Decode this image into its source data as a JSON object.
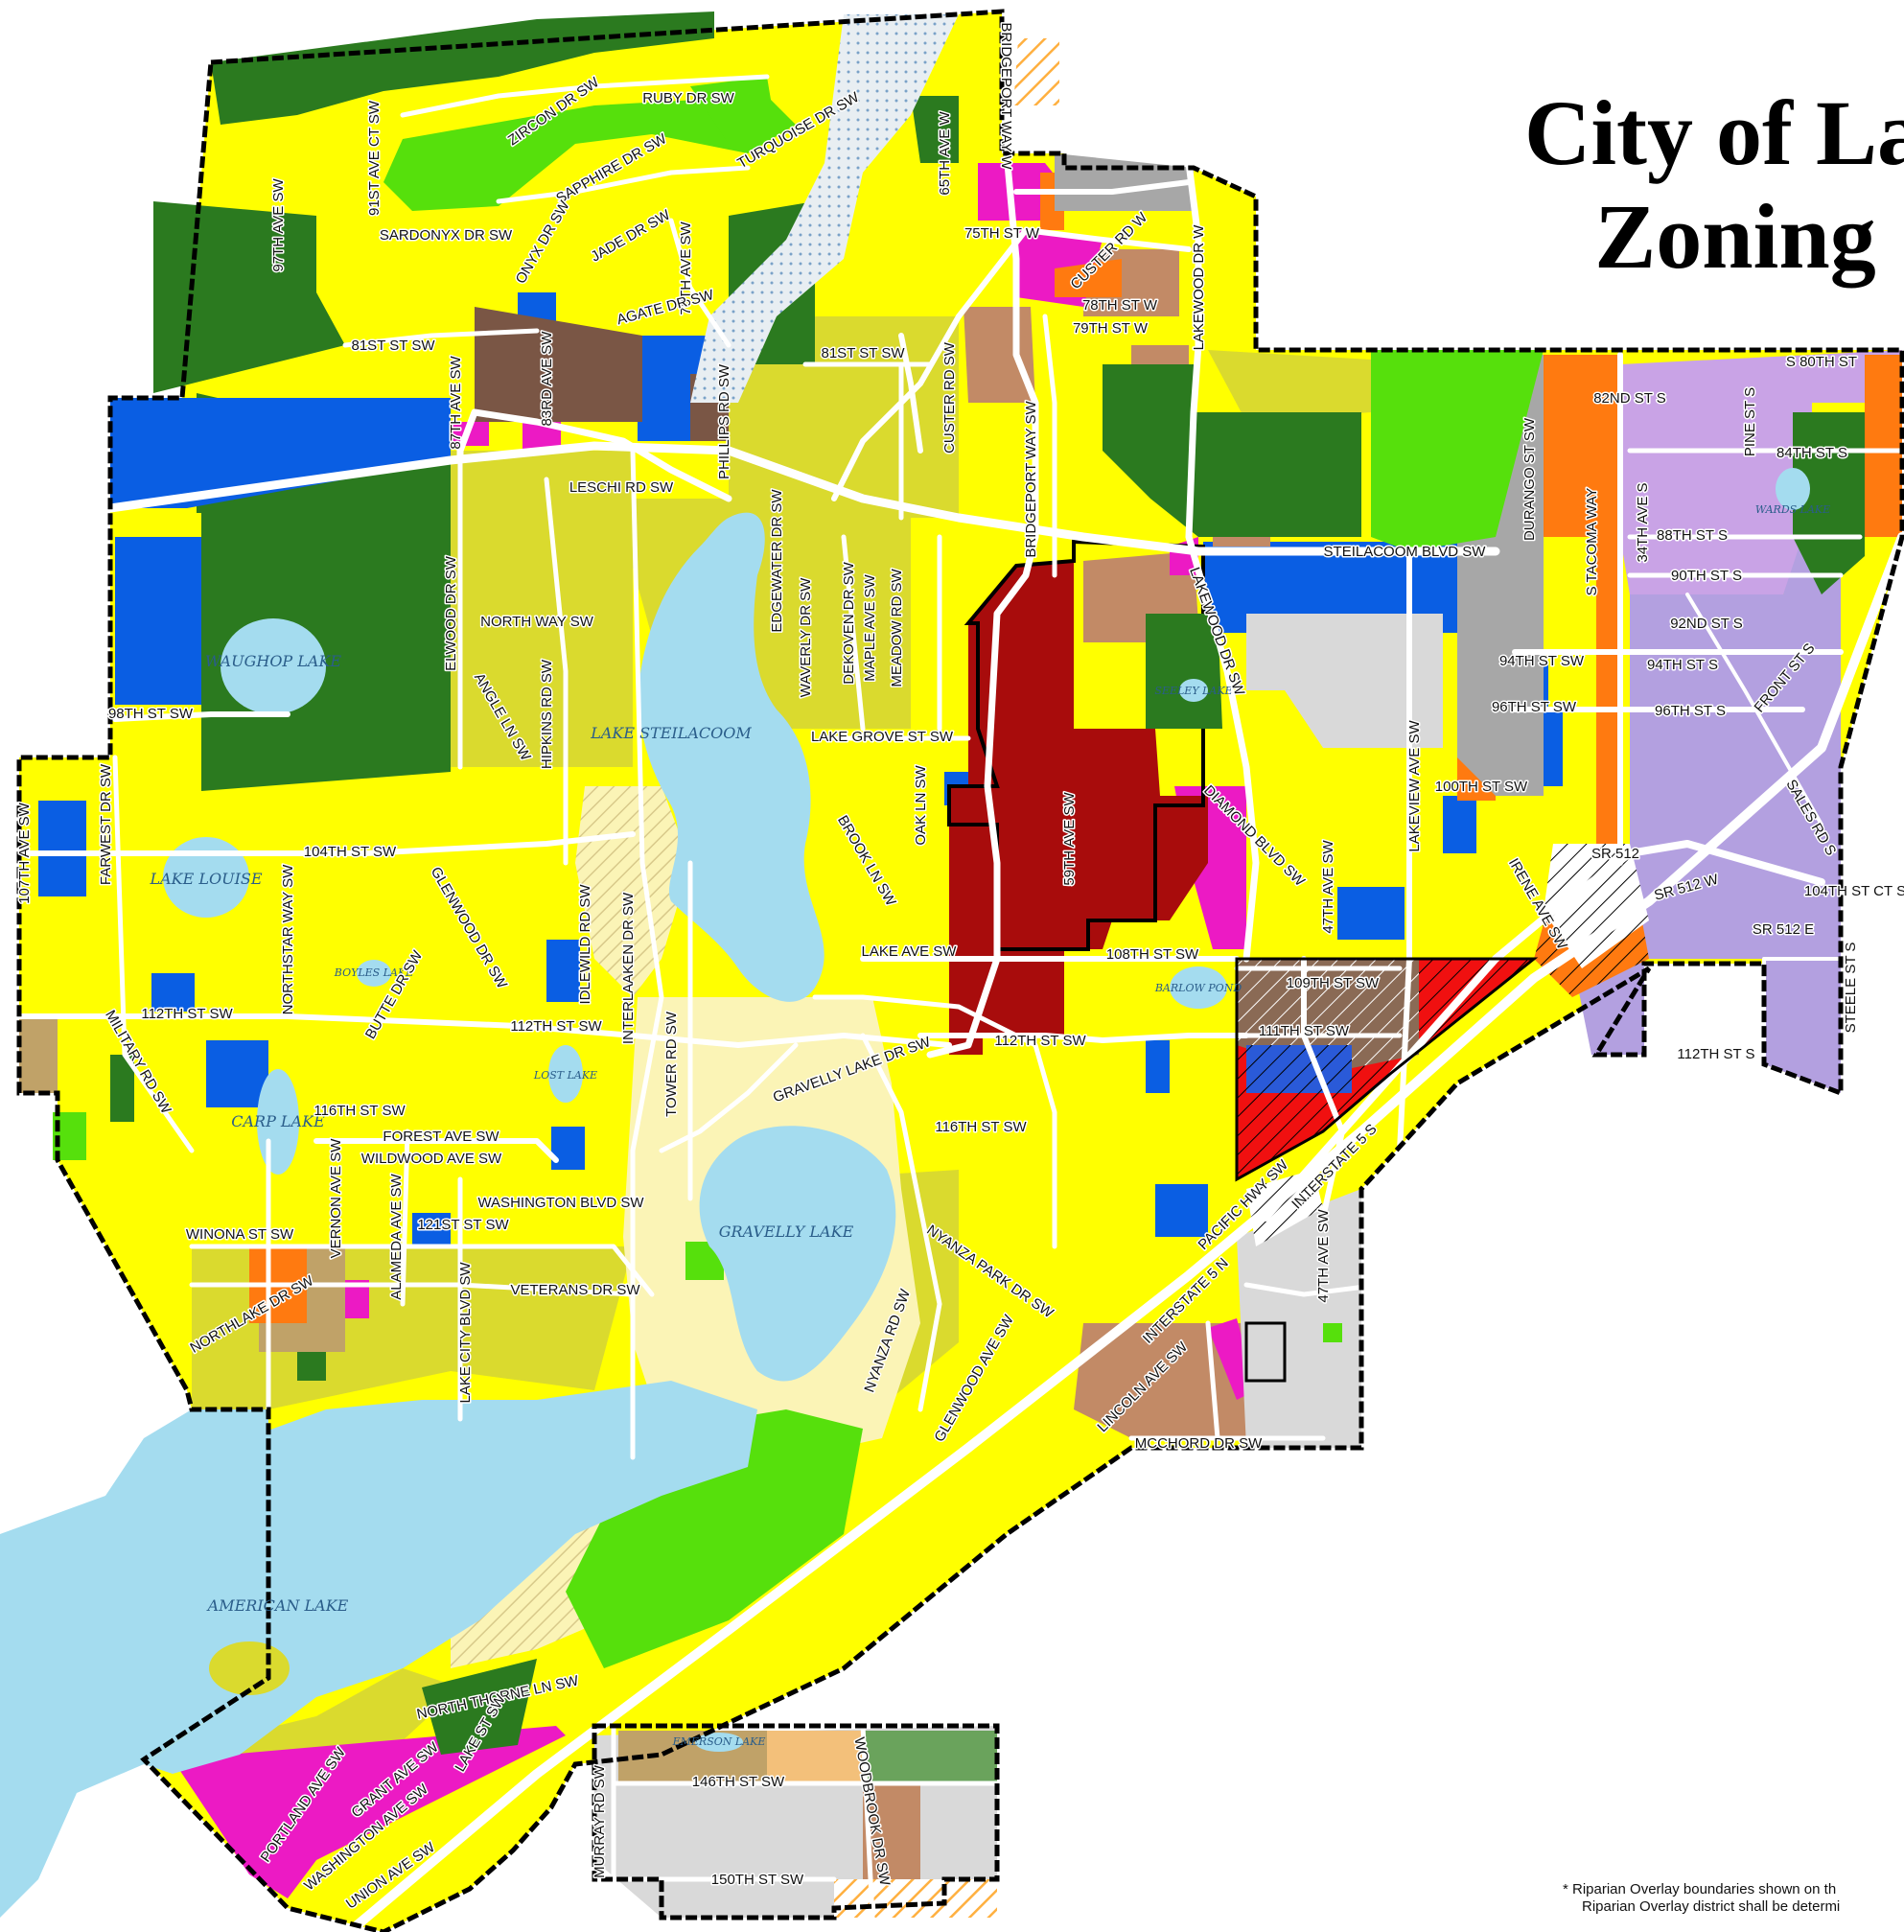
{
  "title": {
    "line1": "City of La",
    "line2": "Zoning"
  },
  "footnote": {
    "line1": "* Riparian Overlay boundaries shown on th",
    "line2": "Riparian Overlay district shall be determi"
  },
  "colors": {
    "residential": "#ffff00",
    "residential_medium": "#dada2e",
    "residential_low": "#fbf4b6",
    "open_space": "#2b7a1f",
    "park": "#56e00c",
    "public_institutional": "#0a5ee3",
    "commercial": "#ec1ac4",
    "mixed_use": "#c28a66",
    "neighborhood_business": "#7a5645",
    "industrial": "#ff7a10",
    "multifamily": "#c9a3e6",
    "multifamily_light": "#b3a0e0",
    "central_business": "#a80c0c",
    "military_light_gray": "#d9d9d9",
    "air_corridor_gray": "#a7a7a7",
    "business_tan": "#c0a268",
    "water": "#a4dcef",
    "road": "#ffffff",
    "boundary": "#000000"
  },
  "streets": [
    "RUBY DR SW",
    "ZIRCON DR SW",
    "SAPPHIRE DR SW",
    "TURQUOISE DR SW",
    "91ST AVE CT SW",
    "97TH AVE SW",
    "SARDONYX DR SW",
    "ONYX DR SW",
    "JADE DR SW",
    "76TH AVE SW",
    "AGATE DR SW",
    "65TH AVE W",
    "BRIDGEPORT WAY W",
    "75TH ST W",
    "CUSTER RD W",
    "78TH ST W",
    "79TH ST W",
    "LAKEWOOD DR W",
    "81ST ST SW",
    "81ST ST SW",
    "87TH AVE SW",
    "83RD AVE SW",
    "PHILLIPS RD SW",
    "CUSTER RD SW",
    "BRIDGEPORT WAY SW",
    "LESCHI RD SW",
    "EDGEWATER DR SW",
    "STEILACOOM BLVD SW",
    "NORTH WAY SW",
    "ELWOOD DR SW",
    "WAVERLY DR SW",
    "DEKOVEN DR SW",
    "MAPLE AVE SW",
    "MEADOW RD SW",
    "LAKEWOOD DR SW",
    "98TH ST SW",
    "ANGLE LN SW",
    "HIPKINS RD SW",
    "LAKE GROVE ST SW",
    "OAK LN SW",
    "59TH AVE SW",
    "DIAMOND BLVD SW",
    "BROOK LN SW",
    "107TH AVE SW",
    "FARWEST DR SW",
    "104TH ST SW",
    "GLENWOOD DR SW",
    "NORTHSTAR WAY SW",
    "IDLEWILD RD SW",
    "INTERLAAKEN DR SW",
    "LAKE AVE SW",
    "108TH ST SW",
    "BUTTE DR SW",
    "112TH ST SW",
    "112TH ST SW",
    "112TH ST SW",
    "MILITARY RD SW",
    "TOWER RD SW",
    "GRAVELLY LAKE DR SW",
    "47TH AVE SW",
    "109TH ST SW",
    "111TH ST SW",
    "116TH ST SW",
    "116TH ST SW",
    "FOREST AVE SW",
    "WILDWOOD AVE SW",
    "VERNON AVE SW",
    "ALAMEDA AVE SW",
    "WASHINGTON BLVD SW",
    "121ST ST SW",
    "WINONA ST SW",
    "LAKE CITY BLVD SW",
    "VETERANS DR SW",
    "NORTHLAKE DR SW",
    "NYANZA PARK DR SW",
    "NYANZA RD SW",
    "GLENWOOD AVE SW",
    "PACIFIC HWY SW",
    "INTERSTATE 5 S",
    "INTERSTATE 5 N",
    "47TH AVE SW",
    "LINCOLN AVE SW",
    "MCCHORD DR SW",
    "NORTH THORNE LN SW",
    "LAKE ST SW",
    "GRANT AVE SW",
    "PORTLAND AVE SW",
    "WASHINGTON AVE SW",
    "UNION AVE SW",
    "MURRAY RD SW",
    "146TH ST SW",
    "WOODBROOK DR SW",
    "150TH ST SW",
    "S 80TH ST",
    "82ND ST S",
    "84TH ST S",
    "PINE ST S",
    "DURANGO ST SW",
    "S TACOMA WAY",
    "34TH AVE S",
    "88TH ST S",
    "90TH ST S",
    "92ND ST S",
    "94TH ST SW",
    "94TH ST S",
    "96TH ST SW",
    "96TH ST S",
    "FRONT ST S",
    "100TH ST SW",
    "LAKEVIEW AVE SW",
    "SALES RD S",
    "SR 512",
    "SR 512 W",
    "SR 512 E",
    "104TH ST CT S",
    "IRENE AVE SW",
    "STEELE ST S",
    "112TH ST S"
  ],
  "lakes": [
    "WAUGHOP LAKE",
    "LAKE STEILACOOM",
    "LAKE LOUISE",
    "BOYLES LAKE",
    "LOST LAKE",
    "CARP LAKE",
    "GRAVELLY LAKE",
    "AMERICAN LAKE",
    "SEELEY LAKE",
    "BARLOW POND",
    "WARDS LAKE",
    "EMERSON LAKE"
  ]
}
